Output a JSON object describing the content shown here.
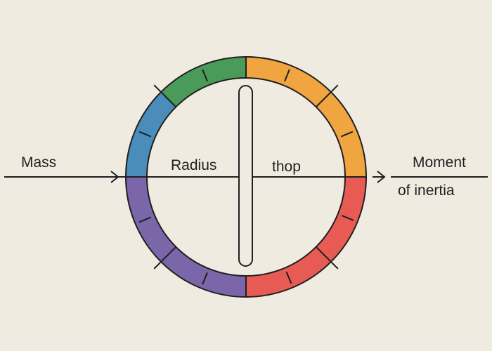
{
  "labels": {
    "mass": "Mass",
    "radius": "Radius",
    "thop": "thop",
    "moment": "Moment",
    "of_inertia": "of inertia"
  },
  "wheel": {
    "segments": [
      {
        "name": "top-left",
        "color": "#4a9a5a"
      },
      {
        "name": "top-right",
        "color": "#f0a540"
      },
      {
        "name": "right-upper",
        "color": "#f0a540"
      },
      {
        "name": "right-lower",
        "color": "#e85b55"
      },
      {
        "name": "bottom-right",
        "color": "#e85b55"
      },
      {
        "name": "bottom-left",
        "color": "#7a66a8"
      },
      {
        "name": "left-lower",
        "color": "#7a66a8"
      },
      {
        "name": "left-upper",
        "color": "#4a8dbb"
      }
    ]
  }
}
